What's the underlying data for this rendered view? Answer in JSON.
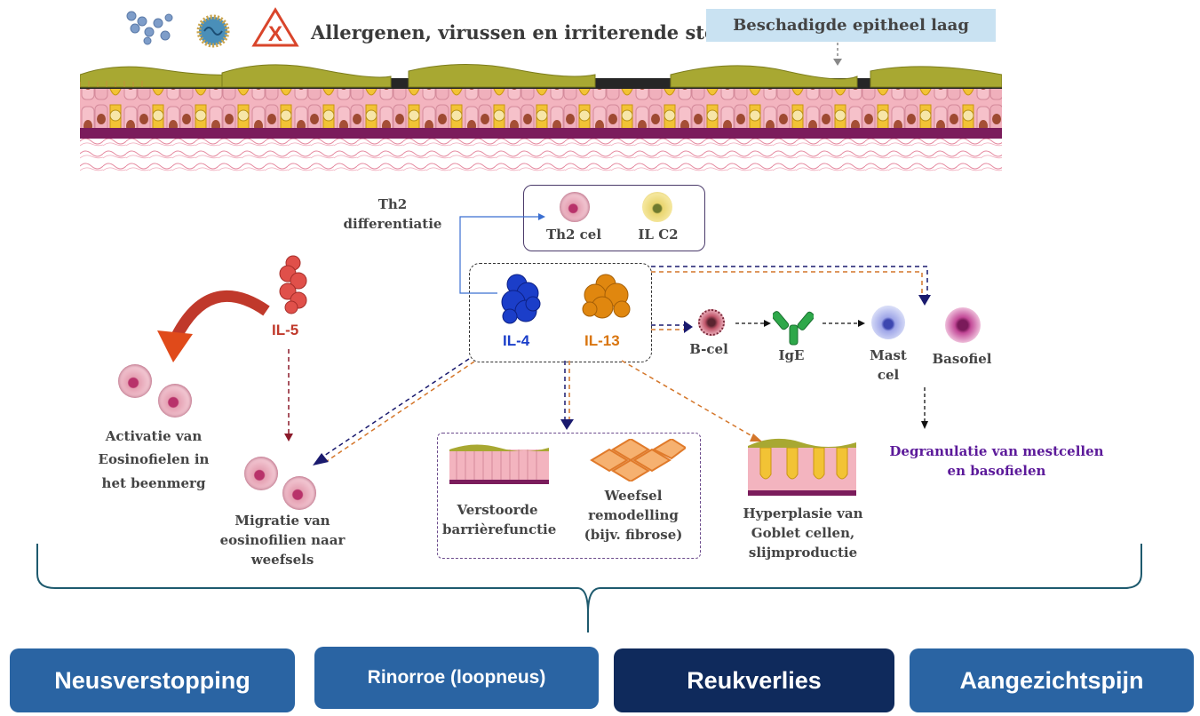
{
  "header": {
    "triggers_label": "Allergenen, virussen en irriterende stoffen",
    "epithelium_label": "Beschadigde epitheel laag"
  },
  "th2": {
    "differentiation_label": "Th2\ndifferentiatie",
    "th2_cell_label": "Th2 cel",
    "ilc2_label": "IL C2"
  },
  "cytokines": {
    "il4": "IL-4",
    "il13": "IL-13",
    "il5": "IL-5"
  },
  "cascade": {
    "bcell": "B-cel",
    "ige": "IgE",
    "mast_cell": "Mast\ncel",
    "basophil": "Basofiel",
    "degranulation": "Degranulatie van mestcellen\nen basofielen"
  },
  "eosinophils": {
    "activation": "Activatie van\nEosinofielen in\nhet beenmerg",
    "migration": "Migratie van\neosinofilien naar\nweefsels"
  },
  "tissue_effects": {
    "barrier": "Verstoorde\nbarrièrefunctie",
    "remodeling": "Weefsel\nremodelling\n(bijv. fibrose)",
    "goblet": "Hyperplasie van\nGoblet cellen,\nslijmproductie"
  },
  "symptoms": [
    {
      "label": "Neusverstopping",
      "color": "#2a64a3"
    },
    {
      "label": "Rinorroe (loopneus)",
      "color": "#2a64a3"
    },
    {
      "label": "Reukverlies",
      "color": "#0f2a5c"
    },
    {
      "label": "Aangezichtspijn",
      "color": "#2a64a3"
    }
  ],
  "colors": {
    "il4_blue": "#1b3ec9",
    "il13_orange": "#d9750f",
    "il5_red": "#c0392b",
    "arrow_navy": "#1a1a6e",
    "arrow_orange": "#d4762a",
    "degranulation_purple": "#5c1a9a",
    "brace": "#1e5a6e"
  }
}
